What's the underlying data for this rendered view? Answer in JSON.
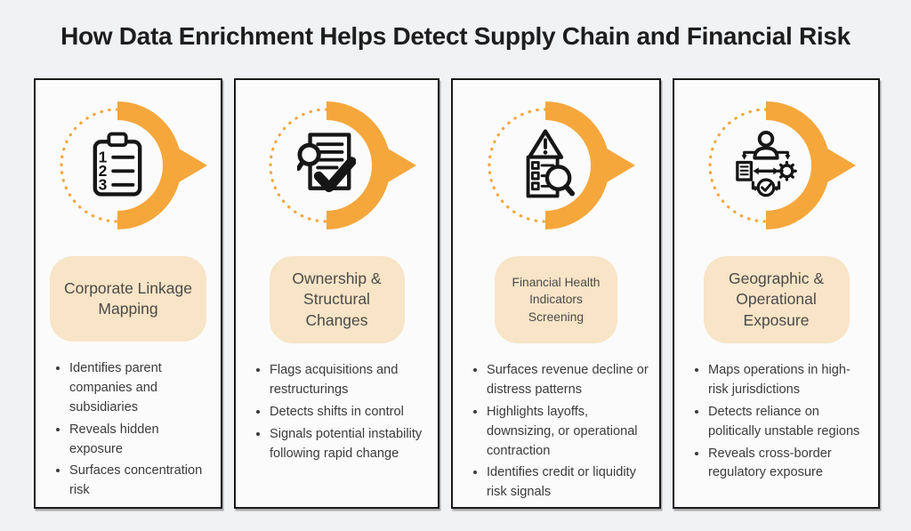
{
  "page": {
    "title": "How Data Enrichment Helps Detect Supply Chain and Financial Risk"
  },
  "colors": {
    "accent_orange": "#F5A73C",
    "badge_background": "#F8E4C6",
    "card_background": "#FBFBFC",
    "page_background": "#F1F2F4",
    "card_border": "#191919",
    "title_text": "#1D1D1D",
    "body_text": "#3B3B3B"
  },
  "cards": [
    {
      "icon": "clipboard-numbered-list-icon",
      "title": "Corporate Linkage Mapping",
      "bullets": [
        "Identifies parent companies and subsidiaries",
        "Reveals hidden exposure",
        "Surfaces concentration risk"
      ]
    },
    {
      "icon": "document-magnifier-check-icon",
      "title": "Ownership & Structural Changes",
      "bullets": [
        "Flags acquisitions and restructurings",
        "Detects shifts in control",
        "Signals potential instability following rapid change"
      ]
    },
    {
      "icon": "warning-checklist-magnifier-icon",
      "title": "Financial Health Indicators Screening",
      "bullets": [
        "Surfaces revenue decline or distress patterns",
        "Highlights layoffs, downsizing, or operational contraction",
        "Identifies credit or liquidity risk signals"
      ]
    },
    {
      "icon": "person-process-workflow-icon",
      "title": "Geographic & Operational Exposure",
      "bullets": [
        "Maps operations in high-risk jurisdictions",
        "Detects reliance on politically unstable regions",
        "Reveals cross-border regulatory exposure"
      ]
    }
  ]
}
